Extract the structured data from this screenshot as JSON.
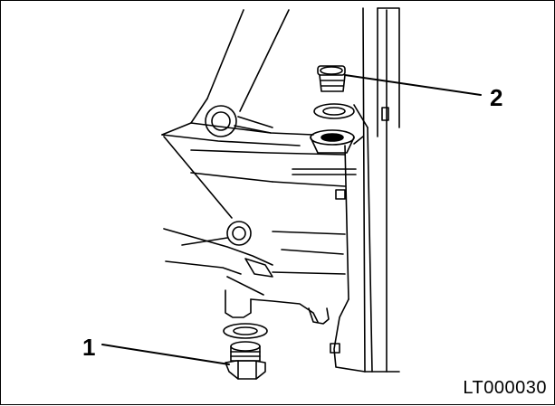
{
  "callouts": [
    {
      "label": "1"
    },
    {
      "label": "2"
    }
  ],
  "figure_code": "LT000030",
  "colors": {
    "line": "#000000",
    "background": "#ffffff"
  }
}
